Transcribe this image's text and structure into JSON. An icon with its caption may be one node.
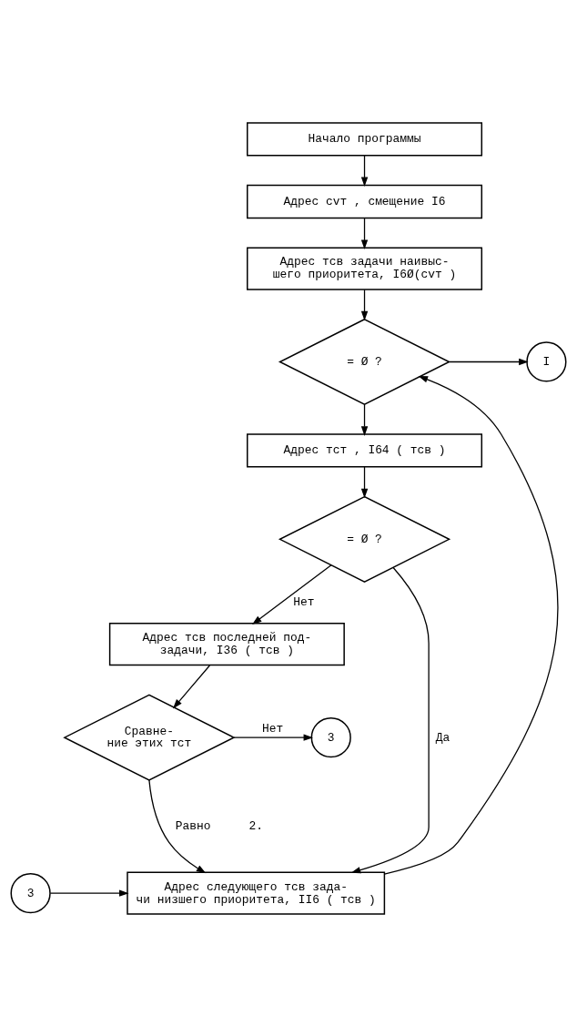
{
  "diagram": {
    "nodes": [
      {
        "text": [
          "Начало программы"
        ]
      },
      {
        "text": [
          "Адрес cvт , смещение I6"
        ]
      },
      {
        "text": [
          "Адрес тсв задачи наивыс- шего приоритета, I6Ø(cvт )"
        ]
      },
      {
        "text": [
          "= Ø ?"
        ]
      },
      {
        "text": [
          "I"
        ]
      },
      {
        "text": [
          "Адрес тст , I64 ( тсв )"
        ]
      },
      {
        "text": [
          "= Ø ?"
        ]
      },
      {
        "text": [
          "Адрес тсв последней под- задачи, I36 ( тсв )"
        ]
      },
      {
        "text": [
          "Сравне- ние этих тст"
        ]
      },
      {
        "text": [
          "3"
        ]
      },
      {
        "text": [
          "Адрес следующего тсв зада- чи низшего приоритета, II6 ( тсв )"
        ]
      },
      {
        "text": [
          "3"
        ]
      }
    ],
    "edges": [
      {
        "from": 0,
        "to": 1,
        "arrow": "to"
      },
      {
        "from": 1,
        "to": 2,
        "arrow": "to"
      },
      {
        "from": 2,
        "to": 3,
        "arrow": "to"
      },
      {
        "from": 3,
        "to": 4,
        "arrow": "to"
      },
      {
        "from": 3,
        "to": 5,
        "arrow": "to"
      },
      {
        "from": 5,
        "to": 6,
        "arrow": "to"
      },
      {
        "from": 6,
        "to": 10,
        "arrow": "to",
        "label": "Да"
      },
      {
        "from": 6,
        "to": 7,
        "arrow": "to",
        "label": "Нет"
      },
      {
        "from": 7,
        "to": 8,
        "arrow": "to"
      },
      {
        "from": 8,
        "to": 9,
        "arrow": "to",
        "label": "Нет"
      },
      {
        "from": 8,
        "to": 10,
        "arrow": "to",
        "label": "Равно"
      },
      {
        "from": 10,
        "to": 3,
        "arrow": "to"
      },
      {
        "from": 11,
        "to": 10,
        "arrow": "to"
      }
    ],
    "labels": [
      "2."
    ]
  }
}
